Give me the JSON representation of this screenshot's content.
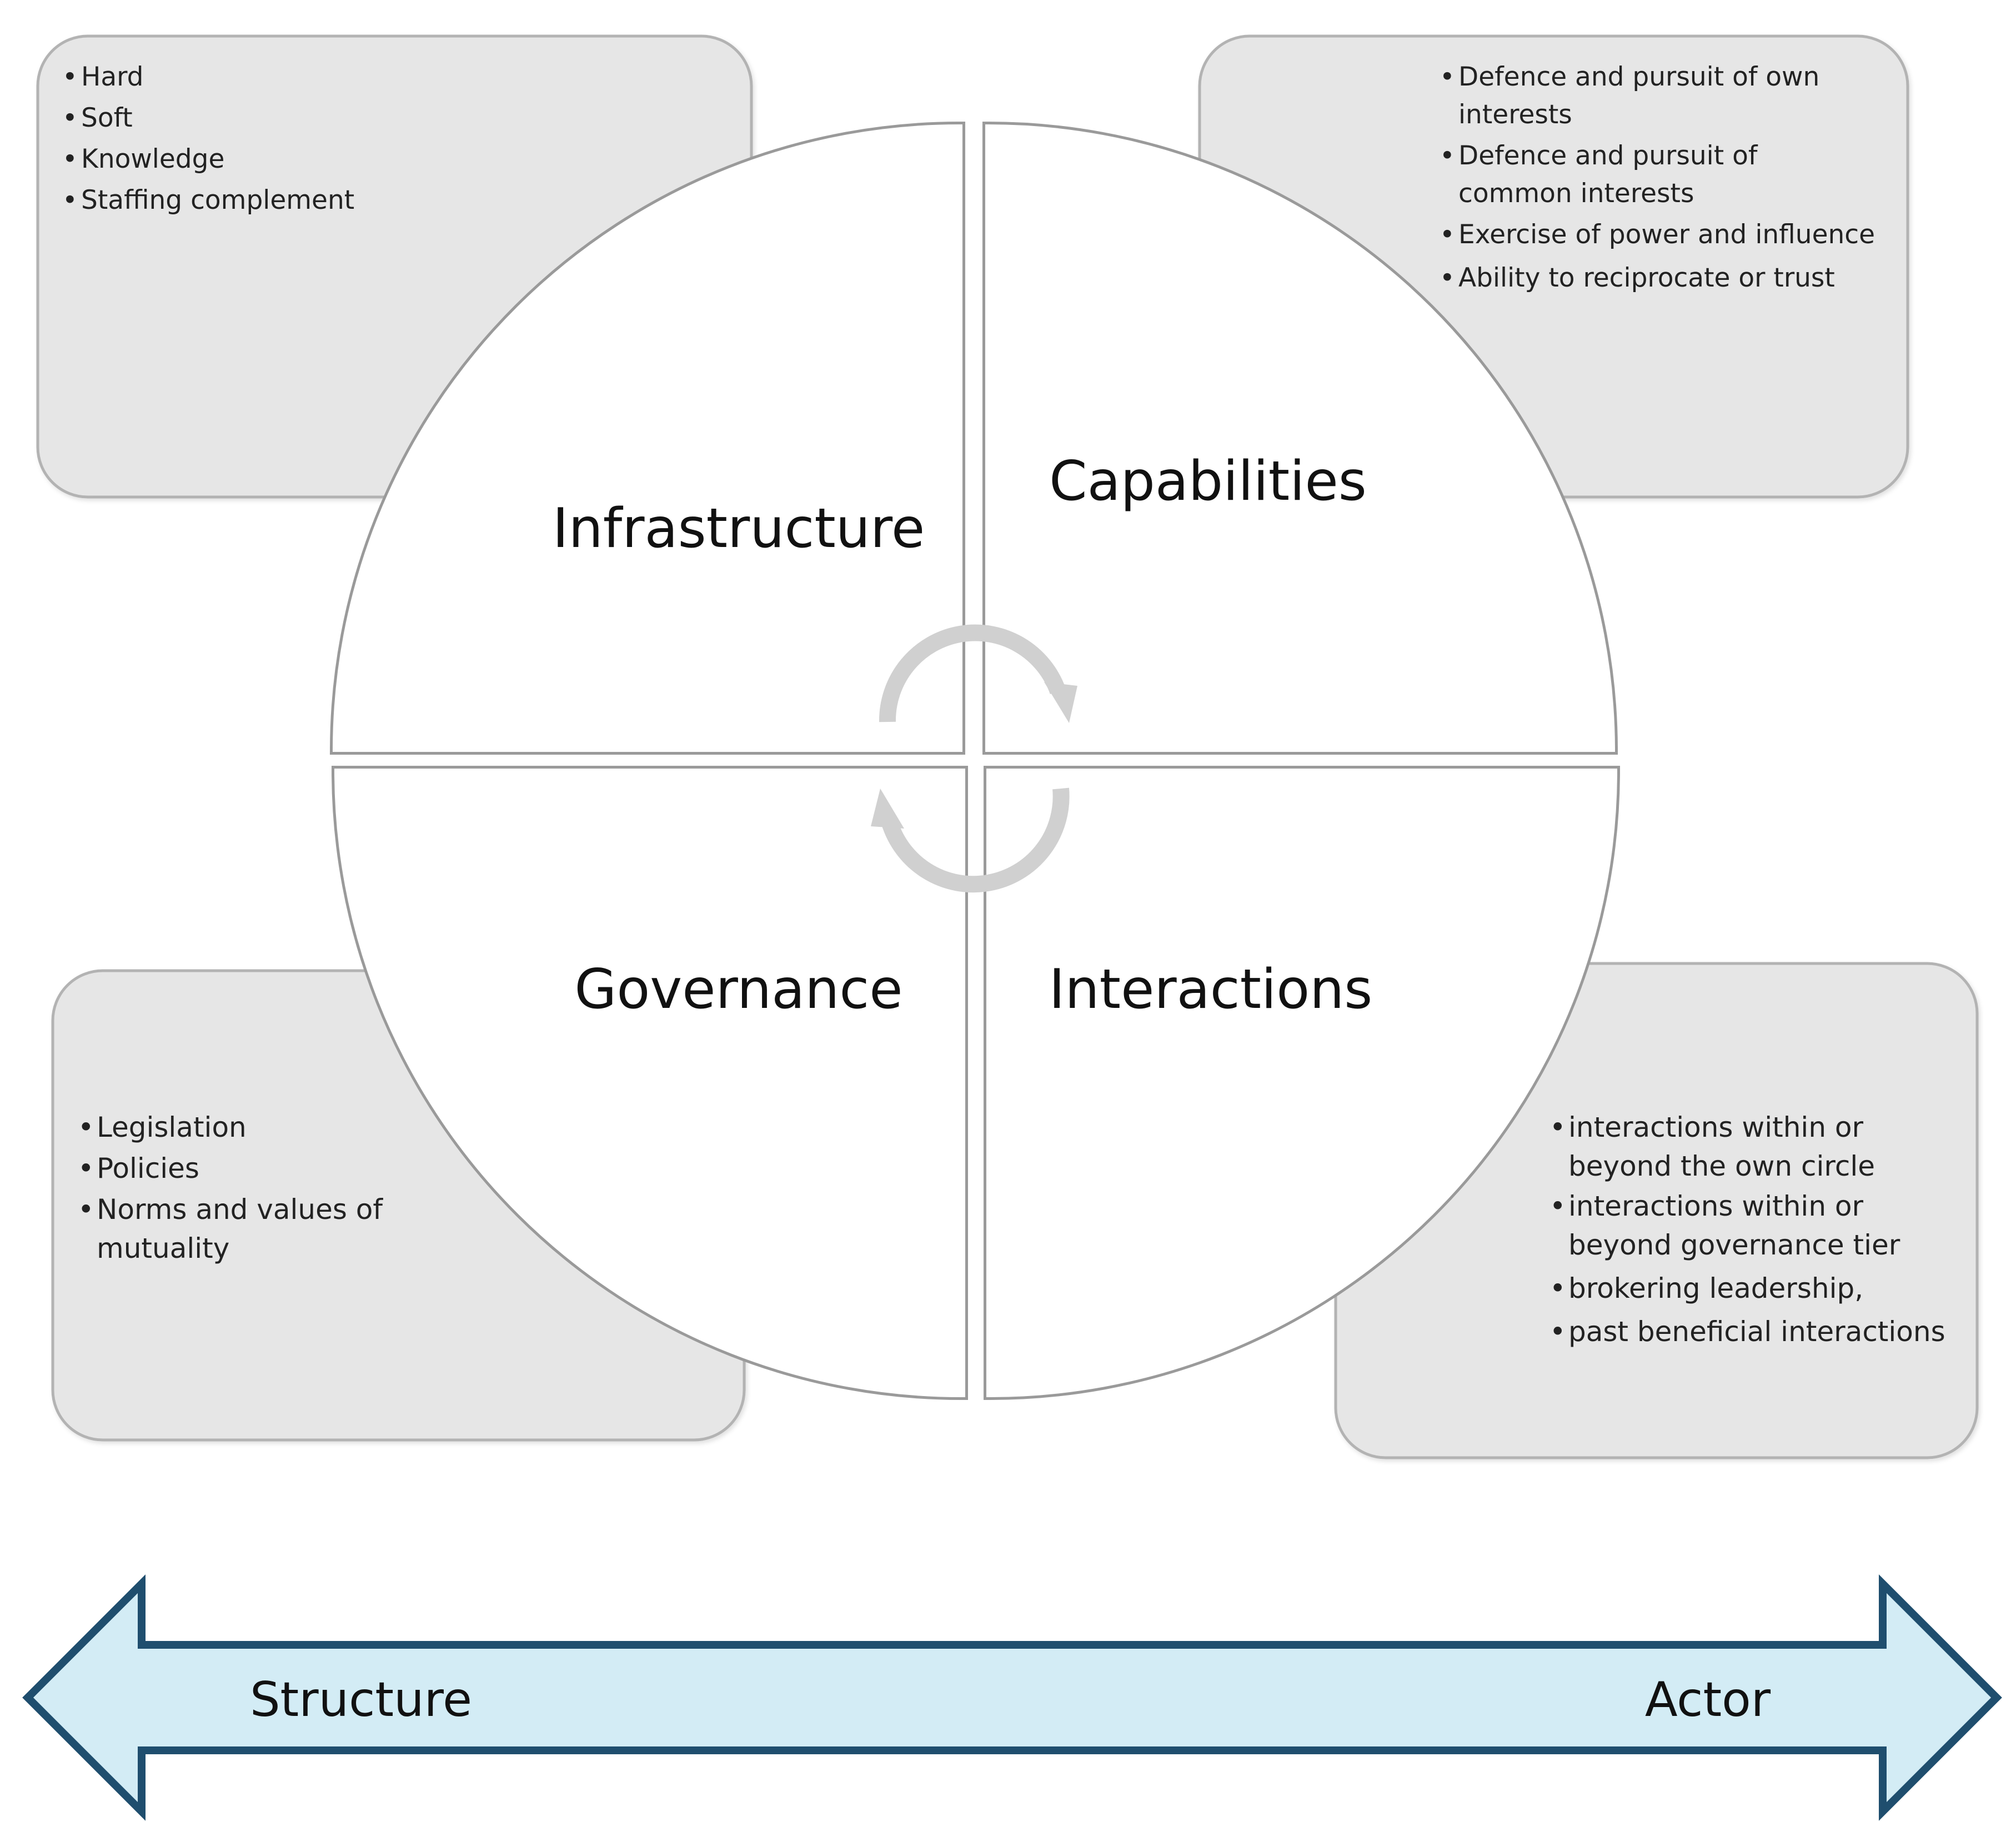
{
  "quadrants": {
    "infrastructure": "Infrastructure",
    "capabilities": "Capabilities",
    "governance": "Governance",
    "interactions": "Interactions"
  },
  "boxes": {
    "infrastructure": [
      "Hard",
      "Soft",
      "Knowledge",
      "Staffing complement"
    ],
    "capabilities": [
      "Defence and pursuit of own interests",
      "Defence and pursuit of common interests",
      "Exercise of power and influence",
      "Ability to reciprocate or trust"
    ],
    "governance": [
      "Legislation",
      "Policies",
      "Norms and values of mutuality"
    ],
    "interactions": [
      "interactions within or beyond the own circle",
      "interactions within or beyond governance tier",
      "brokering leadership,",
      "past beneficial interactions"
    ]
  },
  "axis": {
    "left_label": "Structure",
    "right_label": "Actor"
  },
  "colors": {
    "box_fill": "#e6e6e6",
    "box_stroke": "#b3b3b3",
    "quadrant_fill": "#ffffff",
    "quadrant_stroke": "#9a9a9a",
    "cycle_arrows": "#d0d0d0",
    "arrow_fill": "#d3ecf5",
    "arrow_stroke": "#1f4e6e"
  }
}
